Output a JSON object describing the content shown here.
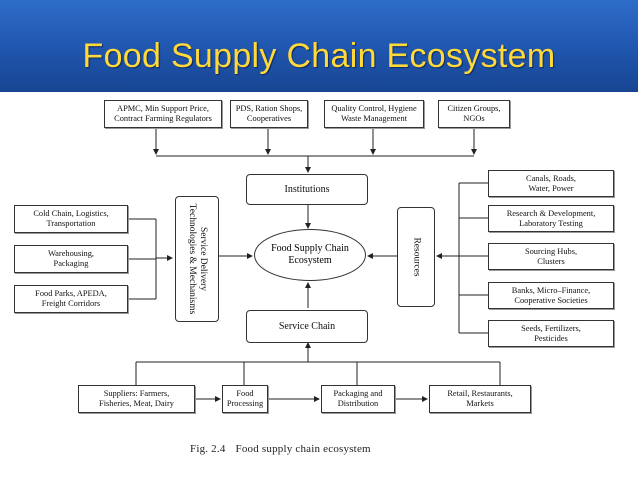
{
  "title": "Food Supply Chain Ecosystem",
  "top_boxes": [
    "APMC, Min Support Price,\nContract Farming Regulators",
    "PDS, Ration Shops,\nCooperatives",
    "Quality Control, Hygiene\nWaste Management",
    "Citizen Groups,\nNGOs"
  ],
  "left_boxes": [
    "Cold Chain, Logistics,\nTransportation",
    "Warehousing,\nPackaging",
    "Food Parks, APEDA,\nFreight Corridors"
  ],
  "right_boxes": [
    "Canals, Roads,\nWater, Power",
    "Research & Development,\nLaboratory Testing",
    "Sourcing Hubs,\nClusters",
    "Banks, Micro–Finance,\nCooperative Societies",
    "Seeds, Fertilizers,\nPesticides"
  ],
  "bottom_boxes": [
    "Suppliers: Farmers,\nFisheries, Meat, Dairy",
    "Food\nProcessing",
    "Packaging and\nDistribution",
    "Retail, Restaurants,\nMarkets"
  ],
  "institutions": "Institutions",
  "service_chain": "Service Chain",
  "center": "Food Supply Chain\nEcosystem",
  "service_delivery": "Service Delivery\nTechnologies & Mechanisms",
  "resources": "Resources",
  "caption": {
    "fig": "Fig. 2.4",
    "text": "Food supply chain ecosystem"
  }
}
